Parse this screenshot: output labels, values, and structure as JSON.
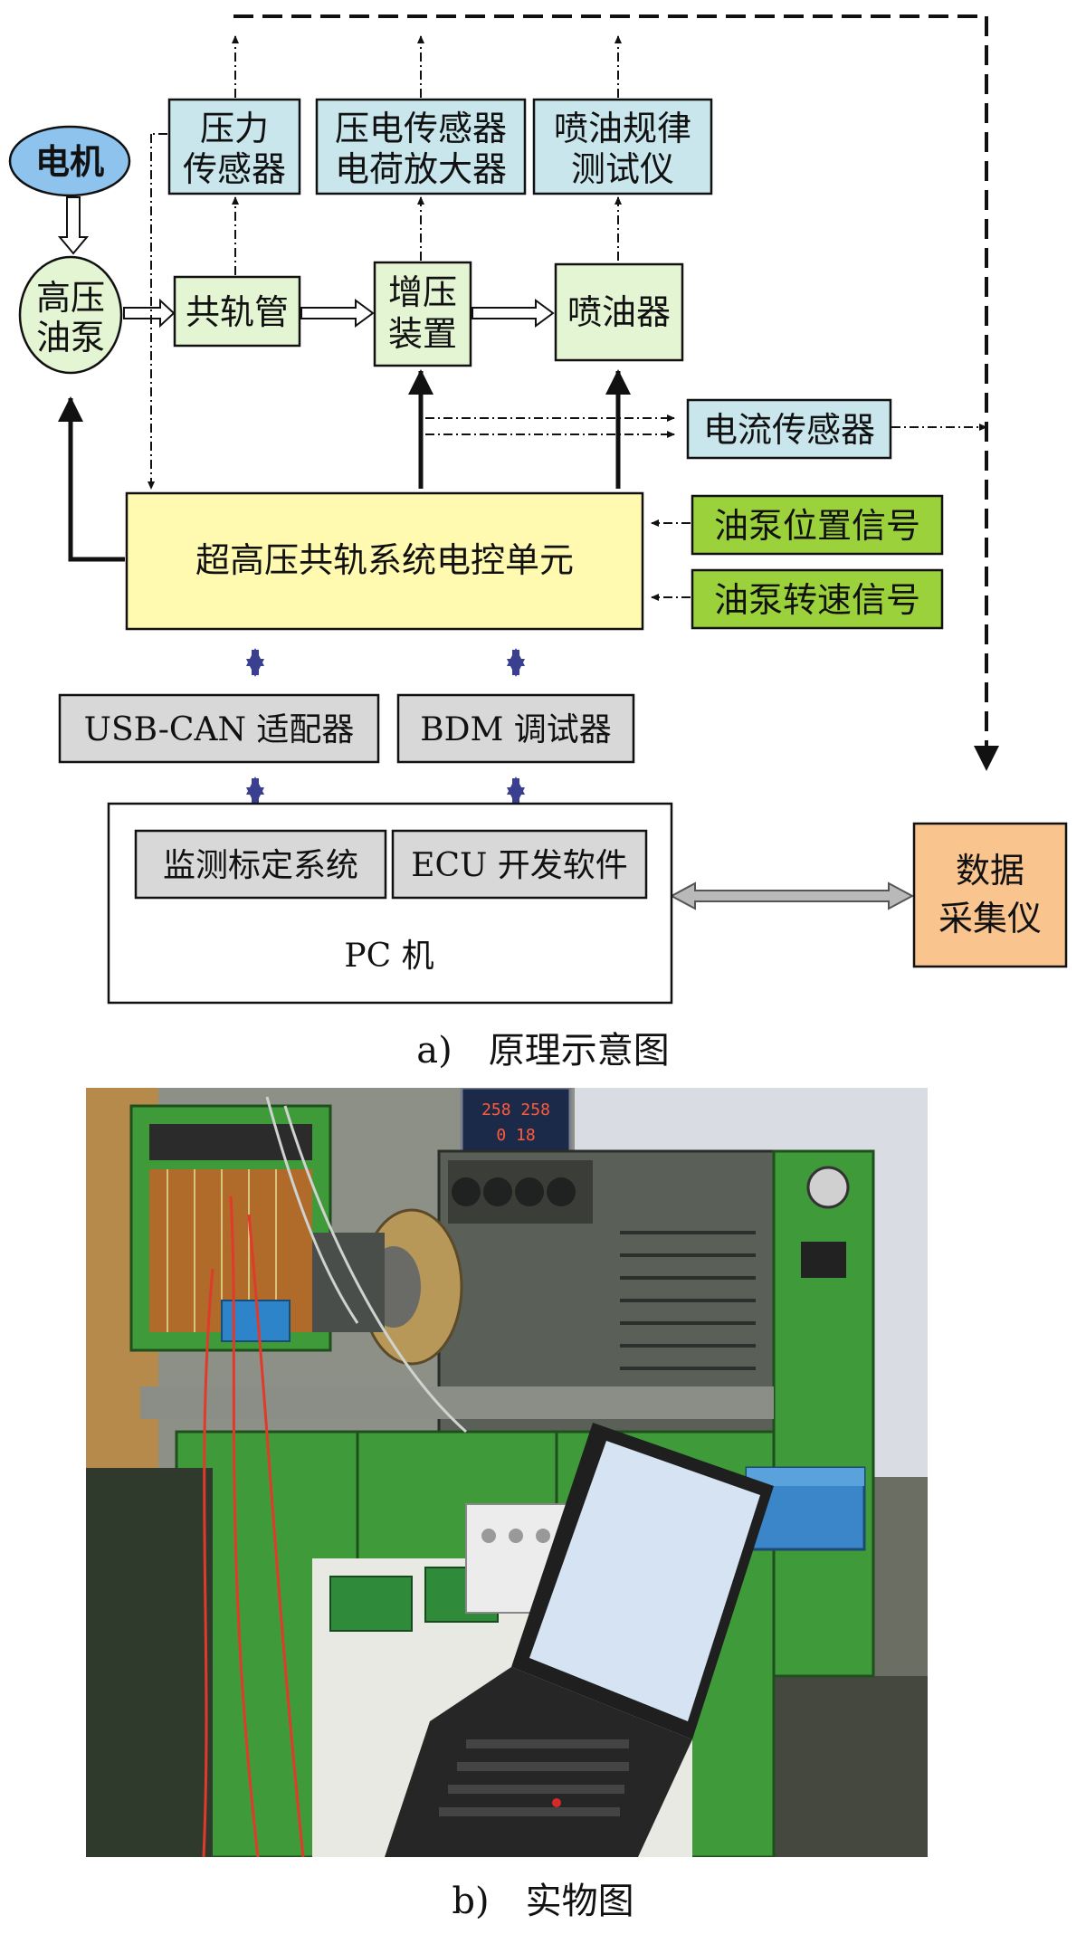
{
  "diagram": {
    "nodes": {
      "motor": "电机",
      "hp_pump": [
        "高压",
        "油泵"
      ],
      "pressure_sensor": [
        "压力",
        "传感器"
      ],
      "piezo_amp": [
        "压电传感器",
        "电荷放大器"
      ],
      "injection_tester": [
        "喷油规律",
        "测试仪"
      ],
      "common_rail": "共轨管",
      "booster": [
        "增压",
        "装置"
      ],
      "injector": "喷油器",
      "current_sensor": "电流传感器",
      "ecu_unit": "超高压共轨系统电控单元",
      "pump_position": "油泵位置信号",
      "pump_speed": "油泵转速信号",
      "usb_can": "USB-CAN 适配器",
      "bdm": "BDM 调试器",
      "monitor_system": "监测标定系统",
      "ecu_software": "ECU 开发软件",
      "pc": "PC 机",
      "daq": [
        "数据",
        "采集仪"
      ]
    },
    "colors": {
      "motor": "#8ec3ee",
      "pump": "#e4f5d4",
      "sensor": "#c8e6ec",
      "ecu": "#fffab0",
      "signal": "#9bd13a",
      "adapter": "#d8d8d8",
      "daq": "#f9c48e",
      "bus": "#3a3f8f"
    }
  },
  "captions": {
    "a": "a)　原理示意图",
    "b": "b)　实物图"
  },
  "photo": {
    "display_readout": [
      "258 258",
      "0 18"
    ]
  }
}
